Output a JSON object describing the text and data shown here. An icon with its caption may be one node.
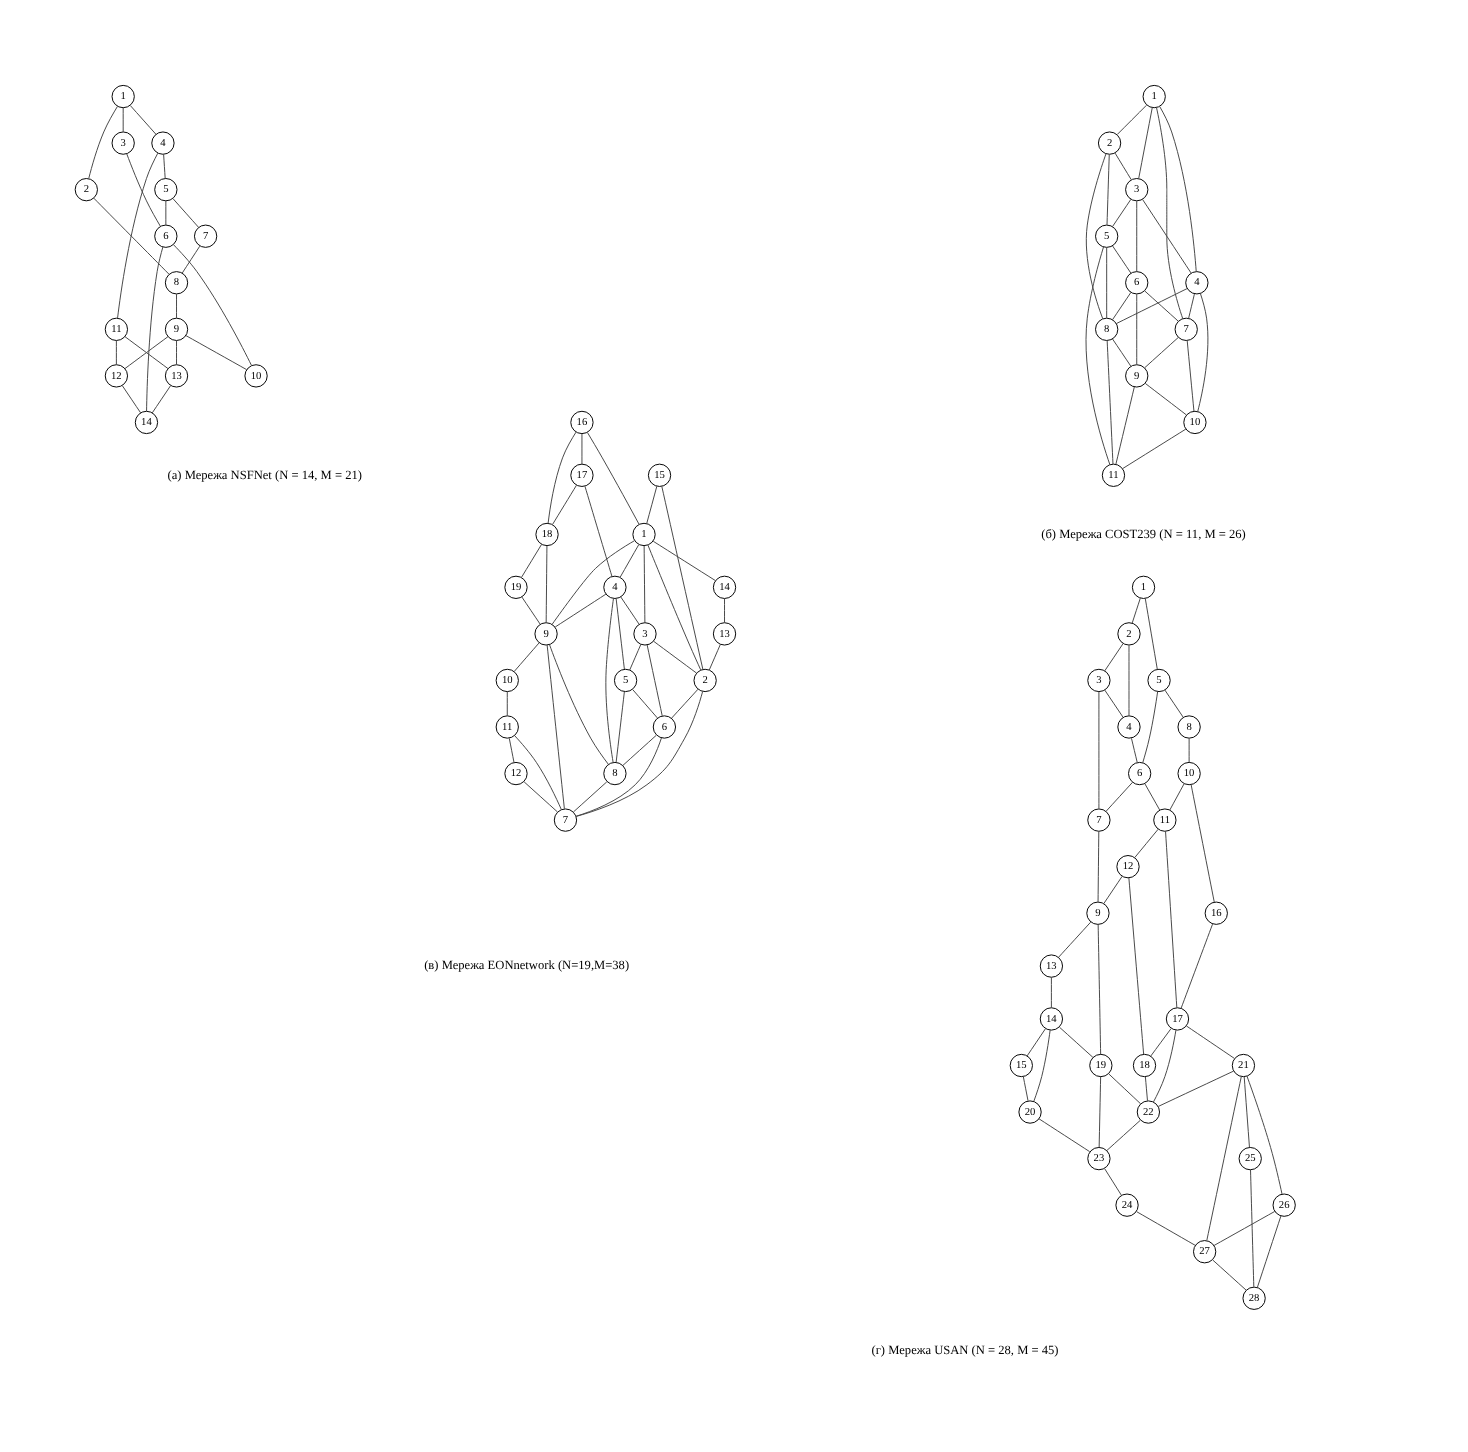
{
  "diagram": {
    "nodes": [
      {
        "text": [
          "1"
        ]
      },
      {
        "text": [
          "2"
        ]
      },
      {
        "text": [
          "3"
        ]
      },
      {
        "text": [
          "4"
        ]
      },
      {
        "text": [
          "5"
        ]
      },
      {
        "text": [
          "6"
        ]
      },
      {
        "text": [
          "7"
        ]
      },
      {
        "text": [
          "8"
        ]
      },
      {
        "text": [
          "9"
        ]
      },
      {
        "text": [
          "10"
        ]
      },
      {
        "text": [
          "11"
        ]
      },
      {
        "text": [
          "12"
        ]
      },
      {
        "text": [
          "13"
        ]
      },
      {
        "text": [
          "14"
        ]
      },
      {
        "text": [
          "1"
        ]
      },
      {
        "text": [
          "2"
        ]
      },
      {
        "text": [
          "3"
        ]
      },
      {
        "text": [
          "4"
        ]
      },
      {
        "text": [
          "5"
        ]
      },
      {
        "text": [
          "6"
        ]
      },
      {
        "text": [
          "7"
        ]
      },
      {
        "text": [
          "8"
        ]
      },
      {
        "text": [
          "9"
        ]
      },
      {
        "text": [
          "10"
        ]
      },
      {
        "text": [
          "11"
        ]
      },
      {
        "text": [
          "1"
        ]
      },
      {
        "text": [
          "2"
        ]
      },
      {
        "text": [
          "3"
        ]
      },
      {
        "text": [
          "4"
        ]
      },
      {
        "text": [
          "5"
        ]
      },
      {
        "text": [
          "6"
        ]
      },
      {
        "text": [
          "7"
        ]
      },
      {
        "text": [
          "8"
        ]
      },
      {
        "text": [
          "9"
        ]
      },
      {
        "text": [
          "10"
        ]
      },
      {
        "text": [
          "11"
        ]
      },
      {
        "text": [
          "12"
        ]
      },
      {
        "text": [
          "13"
        ]
      },
      {
        "text": [
          "14"
        ]
      },
      {
        "text": [
          "15"
        ]
      },
      {
        "text": [
          "16"
        ]
      },
      {
        "text": [
          "17"
        ]
      },
      {
        "text": [
          "18"
        ]
      },
      {
        "text": [
          "19"
        ]
      },
      {
        "text": [
          "1"
        ]
      },
      {
        "text": [
          "2"
        ]
      },
      {
        "text": [
          "3"
        ]
      },
      {
        "text": [
          "4"
        ]
      },
      {
        "text": [
          "5"
        ]
      },
      {
        "text": [
          "6"
        ]
      },
      {
        "text": [
          "7"
        ]
      },
      {
        "text": [
          "8"
        ]
      },
      {
        "text": [
          "9"
        ]
      },
      {
        "text": [
          "10"
        ]
      },
      {
        "text": [
          "11"
        ]
      },
      {
        "text": [
          "12"
        ]
      },
      {
        "text": [
          "13"
        ]
      },
      {
        "text": [
          "14"
        ]
      },
      {
        "text": [
          "15"
        ]
      },
      {
        "text": [
          "16"
        ]
      },
      {
        "text": [
          "17"
        ]
      },
      {
        "text": [
          "18"
        ]
      },
      {
        "text": [
          "19"
        ]
      },
      {
        "text": [
          "20"
        ]
      },
      {
        "text": [
          "21"
        ]
      },
      {
        "text": [
          "22"
        ]
      },
      {
        "text": [
          "23"
        ]
      },
      {
        "text": [
          "24"
        ]
      },
      {
        "text": [
          "25"
        ]
      },
      {
        "text": [
          "26"
        ]
      },
      {
        "text": [
          "27"
        ]
      },
      {
        "text": [
          "28"
        ]
      }
    ],
    "edges": [
      {
        "from": 0,
        "to": 1,
        "arrow": "none"
      },
      {
        "from": 0,
        "to": 3,
        "arrow": "none"
      },
      {
        "from": 0,
        "to": 2,
        "arrow": "none"
      },
      {
        "from": 1,
        "to": 7,
        "arrow": "none"
      },
      {
        "from": 3,
        "to": 4,
        "arrow": "none"
      },
      {
        "from": 3,
        "to": 10,
        "arrow": "none"
      },
      {
        "from": 4,
        "to": 6,
        "arrow": "none"
      },
      {
        "from": 4,
        "to": 5,
        "arrow": "none"
      },
      {
        "from": 6,
        "to": 7,
        "arrow": "none"
      },
      {
        "from": 7,
        "to": 8,
        "arrow": "none"
      },
      {
        "from": 8,
        "to": 11,
        "arrow": "none"
      },
      {
        "from": 8,
        "to": 12,
        "arrow": "none"
      },
      {
        "from": 8,
        "to": 9,
        "arrow": "none"
      },
      {
        "from": 10,
        "to": 11,
        "arrow": "none"
      },
      {
        "from": 10,
        "to": 12,
        "arrow": "none"
      },
      {
        "from": 11,
        "to": 13,
        "arrow": "none"
      },
      {
        "from": 12,
        "to": 13,
        "arrow": "none"
      },
      {
        "from": 2,
        "to": 5,
        "arrow": "none"
      },
      {
        "from": 5,
        "to": 9,
        "arrow": "none"
      },
      {
        "from": 5,
        "to": 13,
        "arrow": "none"
      },
      {
        "from": 14,
        "to": 15,
        "arrow": "none"
      },
      {
        "from": 14,
        "to": 16,
        "arrow": "none"
      },
      {
        "from": 14,
        "to": 17,
        "arrow": "none"
      },
      {
        "from": 14,
        "to": 20,
        "arrow": "none"
      },
      {
        "from": 15,
        "to": 16,
        "arrow": "none"
      },
      {
        "from": 15,
        "to": 18,
        "arrow": "none"
      },
      {
        "from": 15,
        "to": 21,
        "arrow": "none"
      },
      {
        "from": 16,
        "to": 17,
        "arrow": "none"
      },
      {
        "from": 16,
        "to": 18,
        "arrow": "none"
      },
      {
        "from": 16,
        "to": 19,
        "arrow": "none"
      },
      {
        "from": 17,
        "to": 20,
        "arrow": "none"
      },
      {
        "from": 17,
        "to": 21,
        "arrow": "none"
      },
      {
        "from": 17,
        "to": 23,
        "arrow": "none"
      },
      {
        "from": 18,
        "to": 19,
        "arrow": "none"
      },
      {
        "from": 18,
        "to": 21,
        "arrow": "none"
      },
      {
        "from": 18,
        "to": 24,
        "arrow": "none"
      },
      {
        "from": 19,
        "to": 20,
        "arrow": "none"
      },
      {
        "from": 19,
        "to": 21,
        "arrow": "none"
      },
      {
        "from": 19,
        "to": 22,
        "arrow": "none"
      },
      {
        "from": 20,
        "to": 22,
        "arrow": "none"
      },
      {
        "from": 20,
        "to": 23,
        "arrow": "none"
      },
      {
        "from": 21,
        "to": 22,
        "arrow": "none"
      },
      {
        "from": 21,
        "to": 24,
        "arrow": "none"
      },
      {
        "from": 22,
        "to": 23,
        "arrow": "none"
      },
      {
        "from": 22,
        "to": 24,
        "arrow": "none"
      },
      {
        "from": 23,
        "to": 24,
        "arrow": "none"
      },
      {
        "from": 40,
        "to": 42,
        "arrow": "none"
      },
      {
        "from": 40,
        "to": 41,
        "arrow": "none"
      },
      {
        "from": 40,
        "to": 25,
        "arrow": "none"
      },
      {
        "from": 41,
        "to": 42,
        "arrow": "none"
      },
      {
        "from": 41,
        "to": 28,
        "arrow": "none"
      },
      {
        "from": 42,
        "to": 33,
        "arrow": "none"
      },
      {
        "from": 42,
        "to": 43,
        "arrow": "none"
      },
      {
        "from": 43,
        "to": 33,
        "arrow": "none"
      },
      {
        "from": 39,
        "to": 25,
        "arrow": "none"
      },
      {
        "from": 39,
        "to": 26,
        "arrow": "none"
      },
      {
        "from": 25,
        "to": 33,
        "arrow": "none"
      },
      {
        "from": 25,
        "to": 28,
        "arrow": "none"
      },
      {
        "from": 25,
        "to": 27,
        "arrow": "none"
      },
      {
        "from": 25,
        "to": 26,
        "arrow": "none"
      },
      {
        "from": 25,
        "to": 38,
        "arrow": "none"
      },
      {
        "from": 38,
        "to": 37,
        "arrow": "none"
      },
      {
        "from": 37,
        "to": 26,
        "arrow": "none"
      },
      {
        "from": 28,
        "to": 33,
        "arrow": "none"
      },
      {
        "from": 28,
        "to": 27,
        "arrow": "none"
      },
      {
        "from": 28,
        "to": 29,
        "arrow": "none"
      },
      {
        "from": 28,
        "to": 32,
        "arrow": "none"
      },
      {
        "from": 27,
        "to": 29,
        "arrow": "none"
      },
      {
        "from": 27,
        "to": 26,
        "arrow": "none"
      },
      {
        "from": 27,
        "to": 30,
        "arrow": "none"
      },
      {
        "from": 29,
        "to": 30,
        "arrow": "none"
      },
      {
        "from": 29,
        "to": 32,
        "arrow": "none"
      },
      {
        "from": 26,
        "to": 30,
        "arrow": "none"
      },
      {
        "from": 26,
        "to": 31,
        "arrow": "none"
      },
      {
        "from": 30,
        "to": 32,
        "arrow": "none"
      },
      {
        "from": 30,
        "to": 31,
        "arrow": "none"
      },
      {
        "from": 33,
        "to": 32,
        "arrow": "none"
      },
      {
        "from": 33,
        "to": 31,
        "arrow": "none"
      },
      {
        "from": 33,
        "to": 34,
        "arrow": "none"
      },
      {
        "from": 34,
        "to": 35,
        "arrow": "none"
      },
      {
        "from": 35,
        "to": 31,
        "arrow": "none"
      },
      {
        "from": 35,
        "to": 36,
        "arrow": "none"
      },
      {
        "from": 36,
        "to": 31,
        "arrow": "none"
      },
      {
        "from": 32,
        "to": 31,
        "arrow": "none"
      },
      {
        "from": 44,
        "to": 48,
        "arrow": "none"
      },
      {
        "from": 44,
        "to": 45,
        "arrow": "none"
      },
      {
        "from": 45,
        "to": 47,
        "arrow": "none"
      },
      {
        "from": 45,
        "to": 46,
        "arrow": "none"
      },
      {
        "from": 46,
        "to": 47,
        "arrow": "none"
      },
      {
        "from": 46,
        "to": 50,
        "arrow": "none"
      },
      {
        "from": 47,
        "to": 49,
        "arrow": "none"
      },
      {
        "from": 48,
        "to": 49,
        "arrow": "none"
      },
      {
        "from": 48,
        "to": 51,
        "arrow": "none"
      },
      {
        "from": 49,
        "to": 50,
        "arrow": "none"
      },
      {
        "from": 49,
        "to": 54,
        "arrow": "none"
      },
      {
        "from": 50,
        "to": 52,
        "arrow": "none"
      },
      {
        "from": 51,
        "to": 53,
        "arrow": "none"
      },
      {
        "from": 53,
        "to": 59,
        "arrow": "none"
      },
      {
        "from": 53,
        "to": 54,
        "arrow": "none"
      },
      {
        "from": 54,
        "to": 55,
        "arrow": "none"
      },
      {
        "from": 54,
        "to": 60,
        "arrow": "none"
      },
      {
        "from": 55,
        "to": 52,
        "arrow": "none"
      },
      {
        "from": 55,
        "to": 61,
        "arrow": "none"
      },
      {
        "from": 52,
        "to": 62,
        "arrow": "none"
      },
      {
        "from": 52,
        "to": 56,
        "arrow": "none"
      },
      {
        "from": 56,
        "to": 57,
        "arrow": "none"
      },
      {
        "from": 57,
        "to": 62,
        "arrow": "none"
      },
      {
        "from": 57,
        "to": 63,
        "arrow": "none"
      },
      {
        "from": 57,
        "to": 58,
        "arrow": "none"
      },
      {
        "from": 58,
        "to": 63,
        "arrow": "none"
      },
      {
        "from": 59,
        "to": 60,
        "arrow": "none"
      },
      {
        "from": 60,
        "to": 61,
        "arrow": "none"
      },
      {
        "from": 60,
        "to": 64,
        "arrow": "none"
      },
      {
        "from": 60,
        "to": 65,
        "arrow": "none"
      },
      {
        "from": 61,
        "to": 65,
        "arrow": "none"
      },
      {
        "from": 62,
        "to": 65,
        "arrow": "none"
      },
      {
        "from": 62,
        "to": 66,
        "arrow": "none"
      },
      {
        "from": 63,
        "to": 66,
        "arrow": "none"
      },
      {
        "from": 64,
        "to": 65,
        "arrow": "none"
      },
      {
        "from": 64,
        "to": 68,
        "arrow": "none"
      },
      {
        "from": 64,
        "to": 69,
        "arrow": "none"
      },
      {
        "from": 64,
        "to": 70,
        "arrow": "none"
      },
      {
        "from": 65,
        "to": 66,
        "arrow": "none"
      },
      {
        "from": 66,
        "to": 67,
        "arrow": "none"
      },
      {
        "from": 67,
        "to": 70,
        "arrow": "none"
      },
      {
        "from": 68,
        "to": 71,
        "arrow": "none"
      },
      {
        "from": 69,
        "to": 71,
        "arrow": "none"
      },
      {
        "from": 69,
        "to": 70,
        "arrow": "none"
      },
      {
        "from": 70,
        "to": 71,
        "arrow": "none"
      }
    ],
    "labels": [
      "(а) Мережа NSFNet (N = 14, M = 21)",
      "(б) Мережа COST239 (N = 11, M = 26)",
      "(в) Мережа EONnetwork (N=19,M=38)",
      "(г) Мережа USAN (N = 28, M = 45)"
    ]
  }
}
